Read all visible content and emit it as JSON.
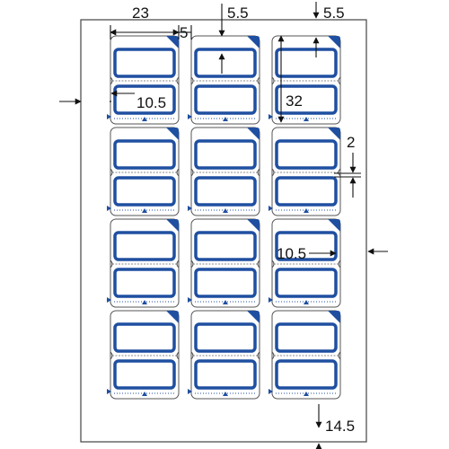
{
  "dimensions": {
    "label_width": "23",
    "column_gap": "5",
    "top_margin_mid": "5.5",
    "top_margin_right": "5.5",
    "side_margin": "10.5",
    "label_height": "32",
    "row_gap": "2",
    "inner_offset": "10.5",
    "bottom_margin": "14.5"
  },
  "colors": {
    "frame_blue": "#1f4fa0",
    "outline": "#555555",
    "line": "#111111",
    "background": "#ffffff"
  },
  "layout": {
    "columns": 3,
    "rows": 4,
    "labels_per_tag": 2
  }
}
